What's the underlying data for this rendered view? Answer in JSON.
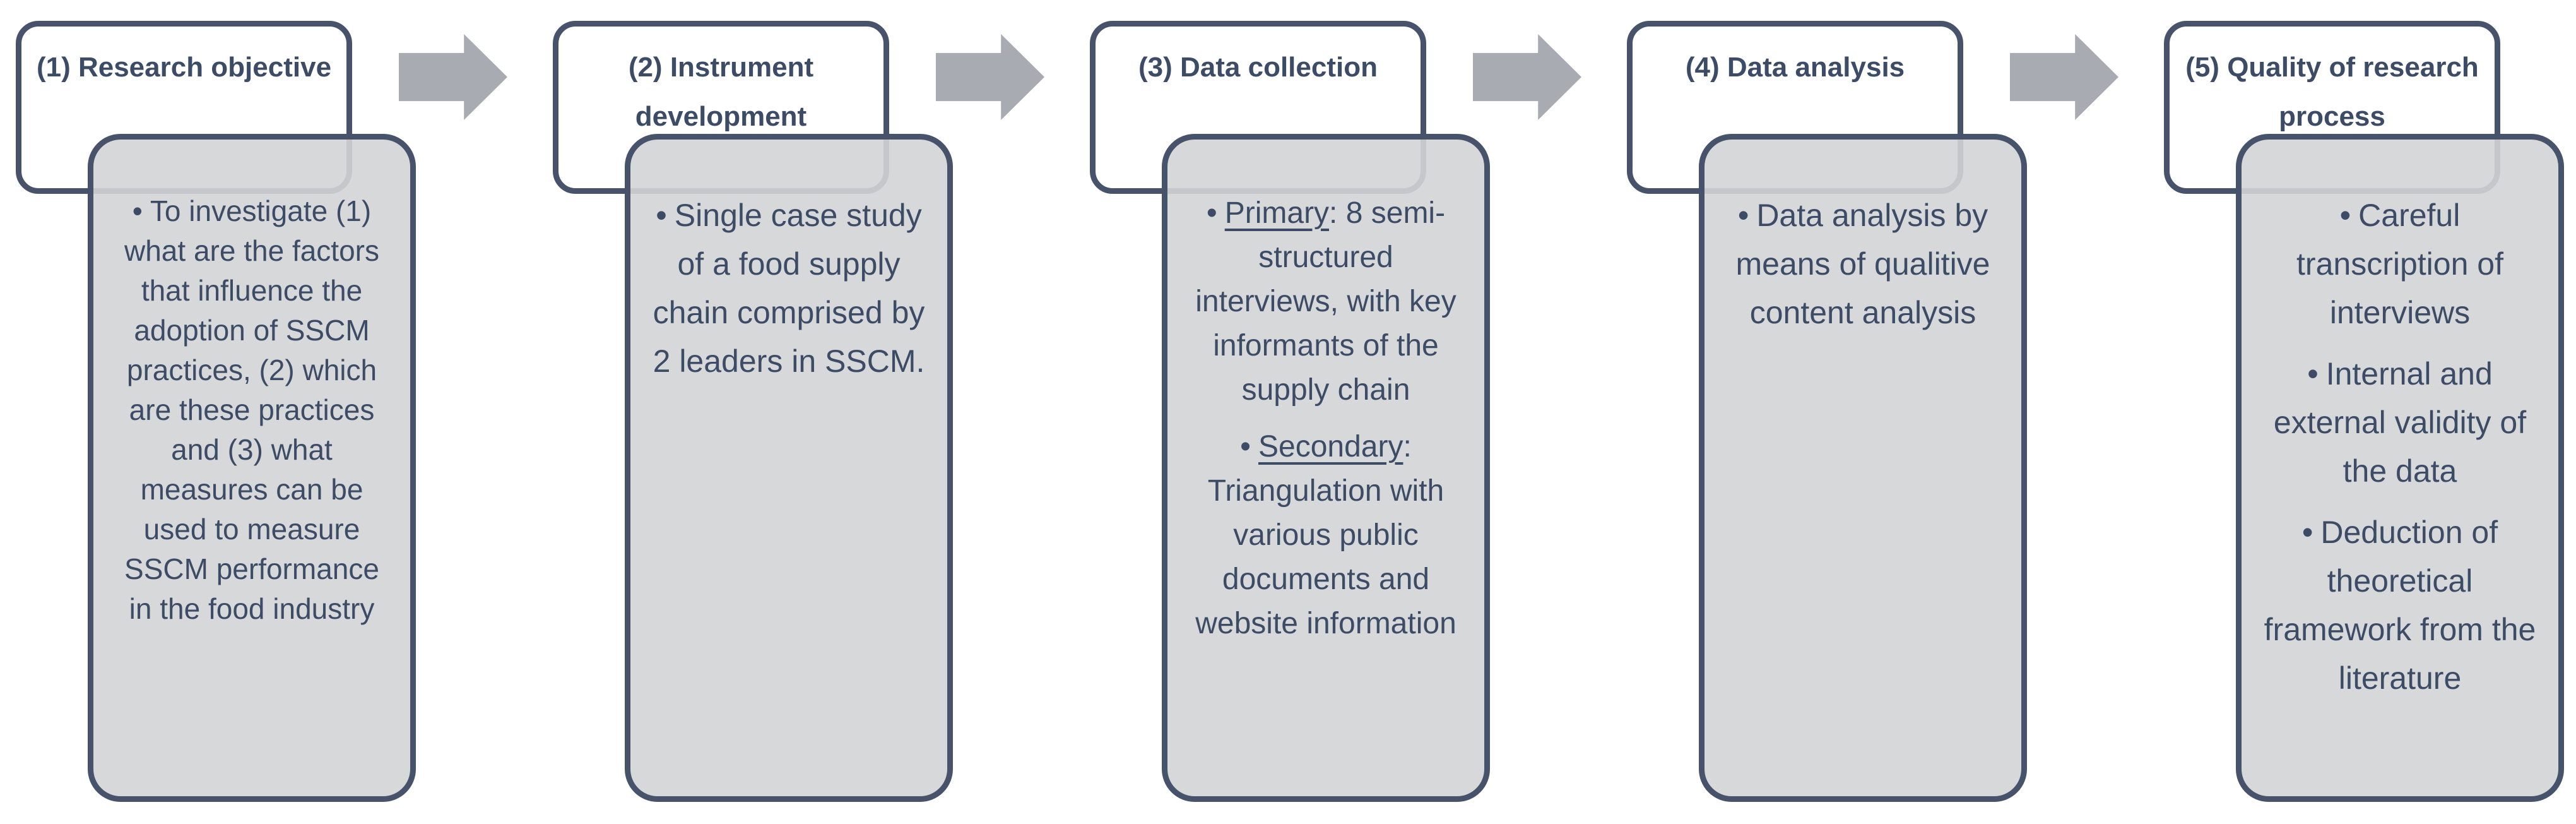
{
  "diagram_title": "",
  "bullet_glyph": "•",
  "colors": {
    "outline": "#46536A",
    "text": "#3D4C66",
    "content_fill": "#D3D4D6",
    "arrow": "#A9ABB2",
    "background": "#FFFFFF"
  },
  "steps": [
    {
      "header": "(1) Research objective",
      "bullets": [
        {
          "text": "To investigate (1) what are the factors that influence the adoption of SSCM practices, (2) which are these practices and (3) what measures can be used to measure SSCM performance in the food industry"
        }
      ]
    },
    {
      "header": "(2) Instrument development",
      "bullets": [
        {
          "text": "Single case study of a food supply chain comprised by 2 leaders in SSCM."
        }
      ]
    },
    {
      "header": "(3) Data collection",
      "bullets": [
        {
          "lead": "Primary",
          "lead_underlined": true,
          "text": ": 8 semi-structured interviews, with key informants of the supply chain"
        },
        {
          "lead": "Secondary",
          "lead_underlined": true,
          "text": ": Triangulation with various public documents and website information"
        }
      ]
    },
    {
      "header": "(4) Data analysis",
      "bullets": [
        {
          "text": "Data analysis by means of qualitive content analysis"
        }
      ]
    },
    {
      "header": "(5) Quality of research process",
      "bullets": [
        {
          "text": "Careful transcription of interviews"
        },
        {
          "text": "Internal and external validity of the data"
        },
        {
          "text": "Deduction of theoretical framework from the literature"
        }
      ]
    }
  ]
}
